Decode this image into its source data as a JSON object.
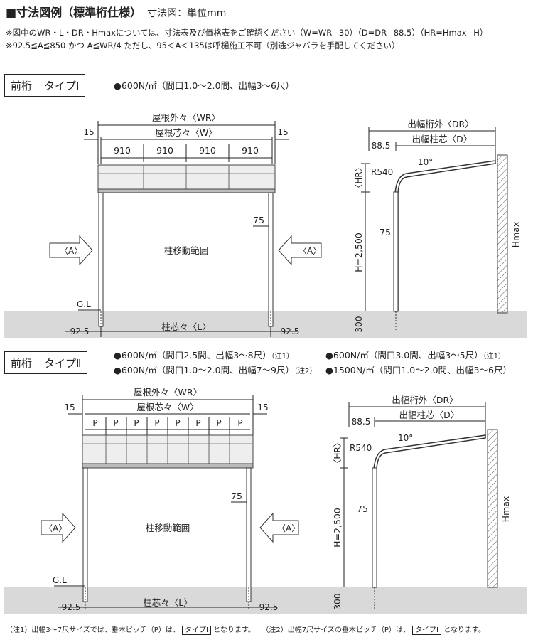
{
  "header": {
    "title": "■寸法図例（標準桁仕様）",
    "subtitle": "寸法図：単位mm"
  },
  "notes": [
    "※図中のWR・L・DR・Hmaxについては、寸法表及び価格表をご確認ください（W=WR−30）（D=DR−88.5）（HR=Hmax−H）",
    "※92.5≦A≦850 かつ A≦WR/4 ただし、95＜A＜135は呼樋施工不可（別途ジャバラを手配してください）"
  ],
  "type1": {
    "tag_left": "前桁",
    "tag_right": "タイプⅠ",
    "specs": [
      "●600N/㎡（間口1.0〜2.0間、出幅3〜6尺）"
    ]
  },
  "type2": {
    "tag_left": "前桁",
    "tag_right": "タイプⅡ",
    "specs": [
      {
        "text": "●600N/㎡（間口2.5間、出幅3〜8尺）",
        "note": "（注1）"
      },
      {
        "text": "●600N/㎡（間口3.0間、出幅3〜5尺）",
        "note": "（注1）"
      },
      {
        "text": "●600N/㎡（間口1.0〜2.0間、出幅7〜9尺）",
        "note": "（注2）"
      },
      {
        "text": "●1500N/㎡（間口1.0〜2.0間、出幅3〜6尺）",
        "note": ""
      }
    ]
  },
  "labels": {
    "roof_outer": "屋根外々〈WR〉",
    "roof_center": "屋根芯々〈W〉",
    "post_range": "柱移動範囲",
    "post_center": "柱芯々〈L〉",
    "a_label": "〈A〉",
    "gl": "G.L",
    "dr": "出幅桁外〈DR〉",
    "d": "出幅柱芯〈D〉",
    "hr": "〈HR〉",
    "h": "H=2,500",
    "hmax": "Hmax",
    "r540": "R540",
    "angle": "10°",
    "dim15": "15",
    "dim75": "75",
    "dim925": "92.5",
    "dim885": "88.5",
    "dim300": "300",
    "pitch910": "910",
    "pitch_p": "P"
  },
  "footnote": {
    "n1_pre": "（注1）出幅3〜7尺サイズでは、垂木ピッチ（P）は、",
    "n1_box": "タイプⅠ",
    "n1_post": "となります。",
    "n2_pre": "（注2）出幅7尺サイズの垂木ピッチ（P）は、",
    "n2_box": "タイプⅠ",
    "n2_post": "となります。"
  }
}
